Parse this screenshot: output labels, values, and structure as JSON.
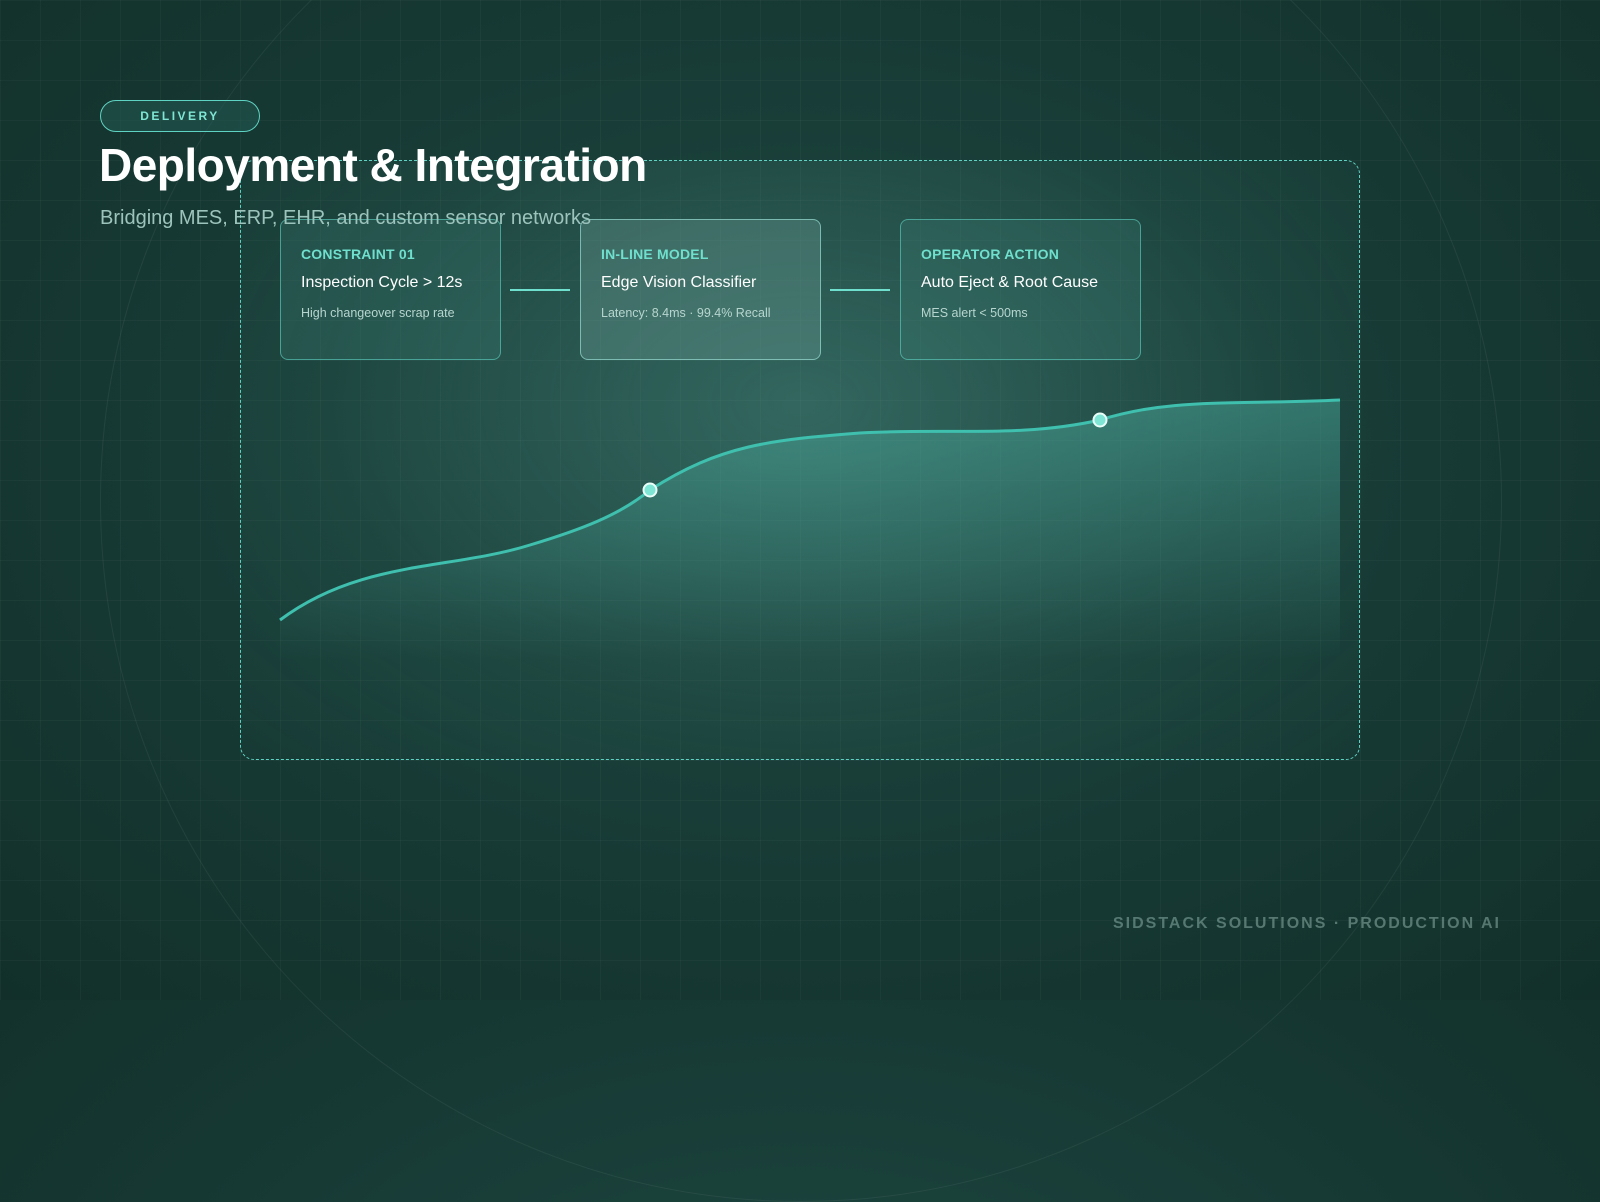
{
  "badge": "DELIVERY",
  "title": "Deployment & Integration",
  "subtitle": "Bridging MES, ERP, EHR, and custom sensor networks",
  "cards": [
    {
      "label": "CONSTRAINT 01",
      "title": "Inspection Cycle > 12s",
      "note": "High changeover scrap rate"
    },
    {
      "label": "IN-LINE MODEL",
      "title": "Edge Vision Classifier",
      "note": "Latency: 8.4ms · 99.4% Recall"
    },
    {
      "label": "OPERATOR ACTION",
      "title": "Auto Eject & Root Cause",
      "note": "MES alert < 500ms"
    }
  ],
  "footer": "SIDSTACK SOLUTIONS · PRODUCTION AI",
  "colors": {
    "accent": "#5fd3c3",
    "background": "#173a35"
  }
}
